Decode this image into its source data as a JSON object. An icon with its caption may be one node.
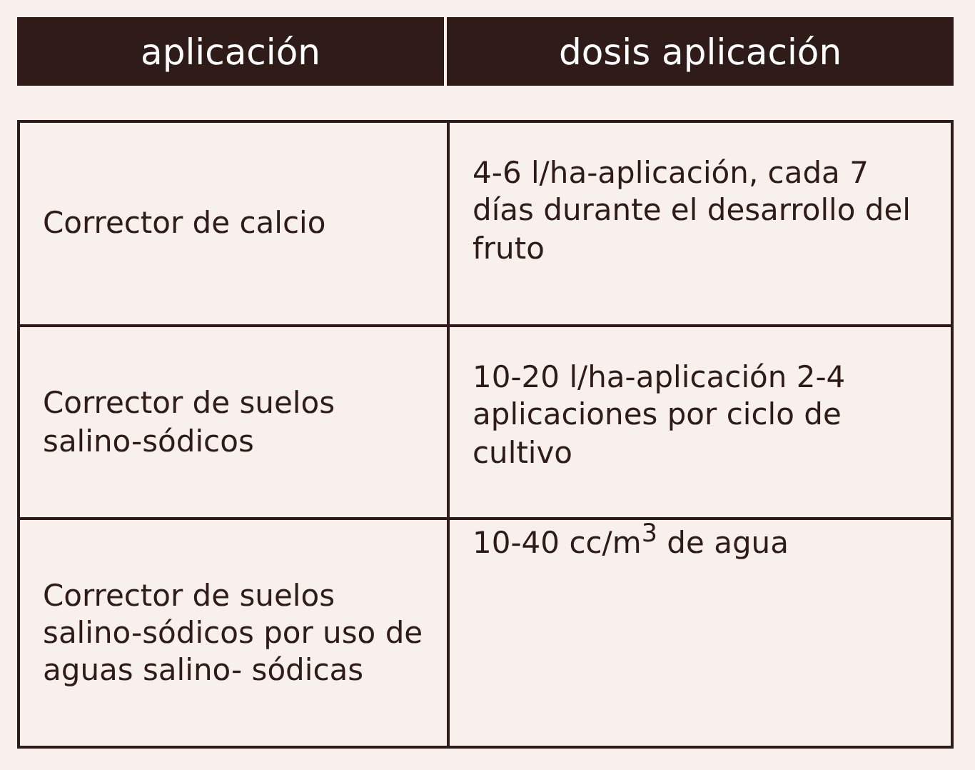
{
  "diagram": {
    "labels": [
      "aplicación",
      "dosis aplicación",
      "Corrector de calcio",
      "4-6 l/ha-aplicación, cada 7 días durante el desarrollo del fruto",
      "Corrector de suelos salino-sódicos",
      "10-20 l/ha-aplicación 2-4 aplicaciones por ciclo de cultivo",
      "Corrector de suelos salino-sódicos por uso de aguas salino- sódicas",
      "10-40 cc/m$^{3}$ de agua"
    ]
  }
}
